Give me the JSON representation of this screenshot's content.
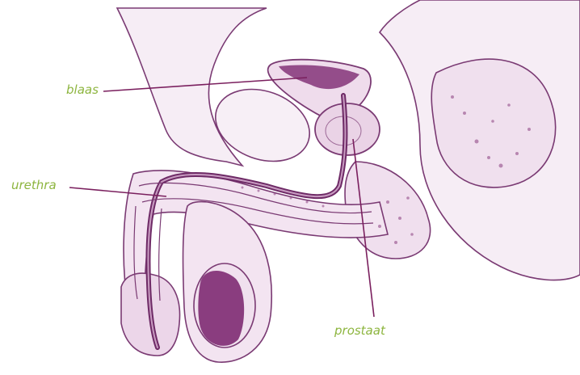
{
  "labels": {
    "bladder": "blaas",
    "urethra": "urethra",
    "prostate": "prostaat"
  },
  "colors": {
    "outline": "#7a3a73",
    "fill_light": "#f3e7f1",
    "fill_dark": "#8a3d7f",
    "leader": "#7a1f5e",
    "label": "#8db53f"
  }
}
